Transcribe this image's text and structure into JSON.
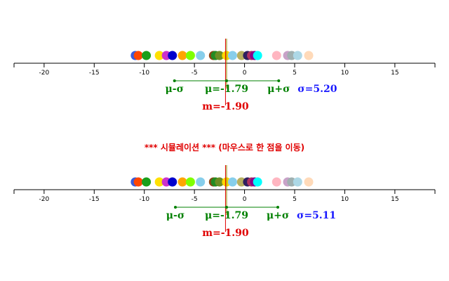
{
  "colors": {
    "mean_line": "#e00000",
    "median_line": "#8c8c00",
    "sigma": "#008000",
    "sigma_value": "#1a1aff",
    "axis": "#000000",
    "title": "#e00000"
  },
  "axis": {
    "min": -23,
    "max": 19,
    "ticks": [
      -20,
      -15,
      -10,
      -5,
      0,
      5,
      10,
      15
    ]
  },
  "simulation_title": "*** 시뮬레이션 *** (마우스로 한 점을 이동)",
  "panels": [
    {
      "points": [
        {
          "x": -10.9,
          "color": "#3a5bd9"
        },
        {
          "x": -10.6,
          "color": "#ff4500"
        },
        {
          "x": -9.8,
          "color": "#1a9f1a"
        },
        {
          "x": -8.5,
          "color": "#ffe000"
        },
        {
          "x": -7.8,
          "color": "#cc33cc"
        },
        {
          "x": -7.2,
          "color": "#0000cd"
        },
        {
          "x": -6.2,
          "color": "#ffa500"
        },
        {
          "x": -5.4,
          "color": "#7fff00"
        },
        {
          "x": -4.4,
          "color": "#87ceeb"
        },
        {
          "x": -3.1,
          "color": "#8b4513"
        },
        {
          "x": -2.9,
          "color": "#228b22"
        },
        {
          "x": -2.5,
          "color": "#6b8e23"
        },
        {
          "x": -1.8,
          "color": "#ffd700"
        },
        {
          "x": -1.2,
          "color": "#87ceeb"
        },
        {
          "x": -0.3,
          "color": "#b8b060"
        },
        {
          "x": 0.3,
          "color": "#2f1f5f"
        },
        {
          "x": 0.7,
          "color": "#b03060"
        },
        {
          "x": 1.0,
          "color": "#8b008b"
        },
        {
          "x": 1.3,
          "color": "#00ffff"
        },
        {
          "x": 3.2,
          "color": "#ffb6c1"
        },
        {
          "x": 4.3,
          "color": "#c8a2c8"
        },
        {
          "x": 4.7,
          "color": "#a0b0b0"
        },
        {
          "x": 5.3,
          "color": "#add8e6"
        },
        {
          "x": 6.4,
          "color": "#ffdab9"
        }
      ],
      "mean": -1.79,
      "median": -1.9,
      "sigma": 5.2,
      "labels": {
        "mu_minus_sigma": "μ-σ",
        "mu": "μ=-1.79",
        "mu_plus_sigma": "μ+σ",
        "sigma": "σ=5.20",
        "median": "m=-1.90"
      }
    },
    {
      "points": [
        {
          "x": -10.9,
          "color": "#3a5bd9"
        },
        {
          "x": -10.6,
          "color": "#ff4500"
        },
        {
          "x": -9.8,
          "color": "#1a9f1a"
        },
        {
          "x": -8.5,
          "color": "#ffe000"
        },
        {
          "x": -7.8,
          "color": "#cc33cc"
        },
        {
          "x": -7.2,
          "color": "#0000cd"
        },
        {
          "x": -6.2,
          "color": "#ffa500"
        },
        {
          "x": -5.4,
          "color": "#7fff00"
        },
        {
          "x": -4.4,
          "color": "#87ceeb"
        },
        {
          "x": -3.1,
          "color": "#8b4513"
        },
        {
          "x": -2.9,
          "color": "#228b22"
        },
        {
          "x": -2.5,
          "color": "#6b8e23"
        },
        {
          "x": -1.8,
          "color": "#ffd700"
        },
        {
          "x": -1.2,
          "color": "#87ceeb"
        },
        {
          "x": -0.3,
          "color": "#b8b060"
        },
        {
          "x": 0.3,
          "color": "#2f1f5f"
        },
        {
          "x": 0.7,
          "color": "#b03060"
        },
        {
          "x": 1.0,
          "color": "#8b008b"
        },
        {
          "x": 1.3,
          "color": "#00ffff"
        },
        {
          "x": 3.2,
          "color": "#ffb6c1"
        },
        {
          "x": 4.3,
          "color": "#c8a2c8"
        },
        {
          "x": 4.7,
          "color": "#a0b0b0"
        },
        {
          "x": 5.3,
          "color": "#add8e6"
        },
        {
          "x": 6.4,
          "color": "#ffdab9"
        }
      ],
      "mean": -1.79,
      "median": -1.9,
      "sigma": 5.11,
      "labels": {
        "mu_minus_sigma": "μ-σ",
        "mu": "μ=-1.79",
        "mu_plus_sigma": "μ+σ",
        "sigma": "σ=5.11",
        "median": "m=-1.90"
      }
    }
  ]
}
